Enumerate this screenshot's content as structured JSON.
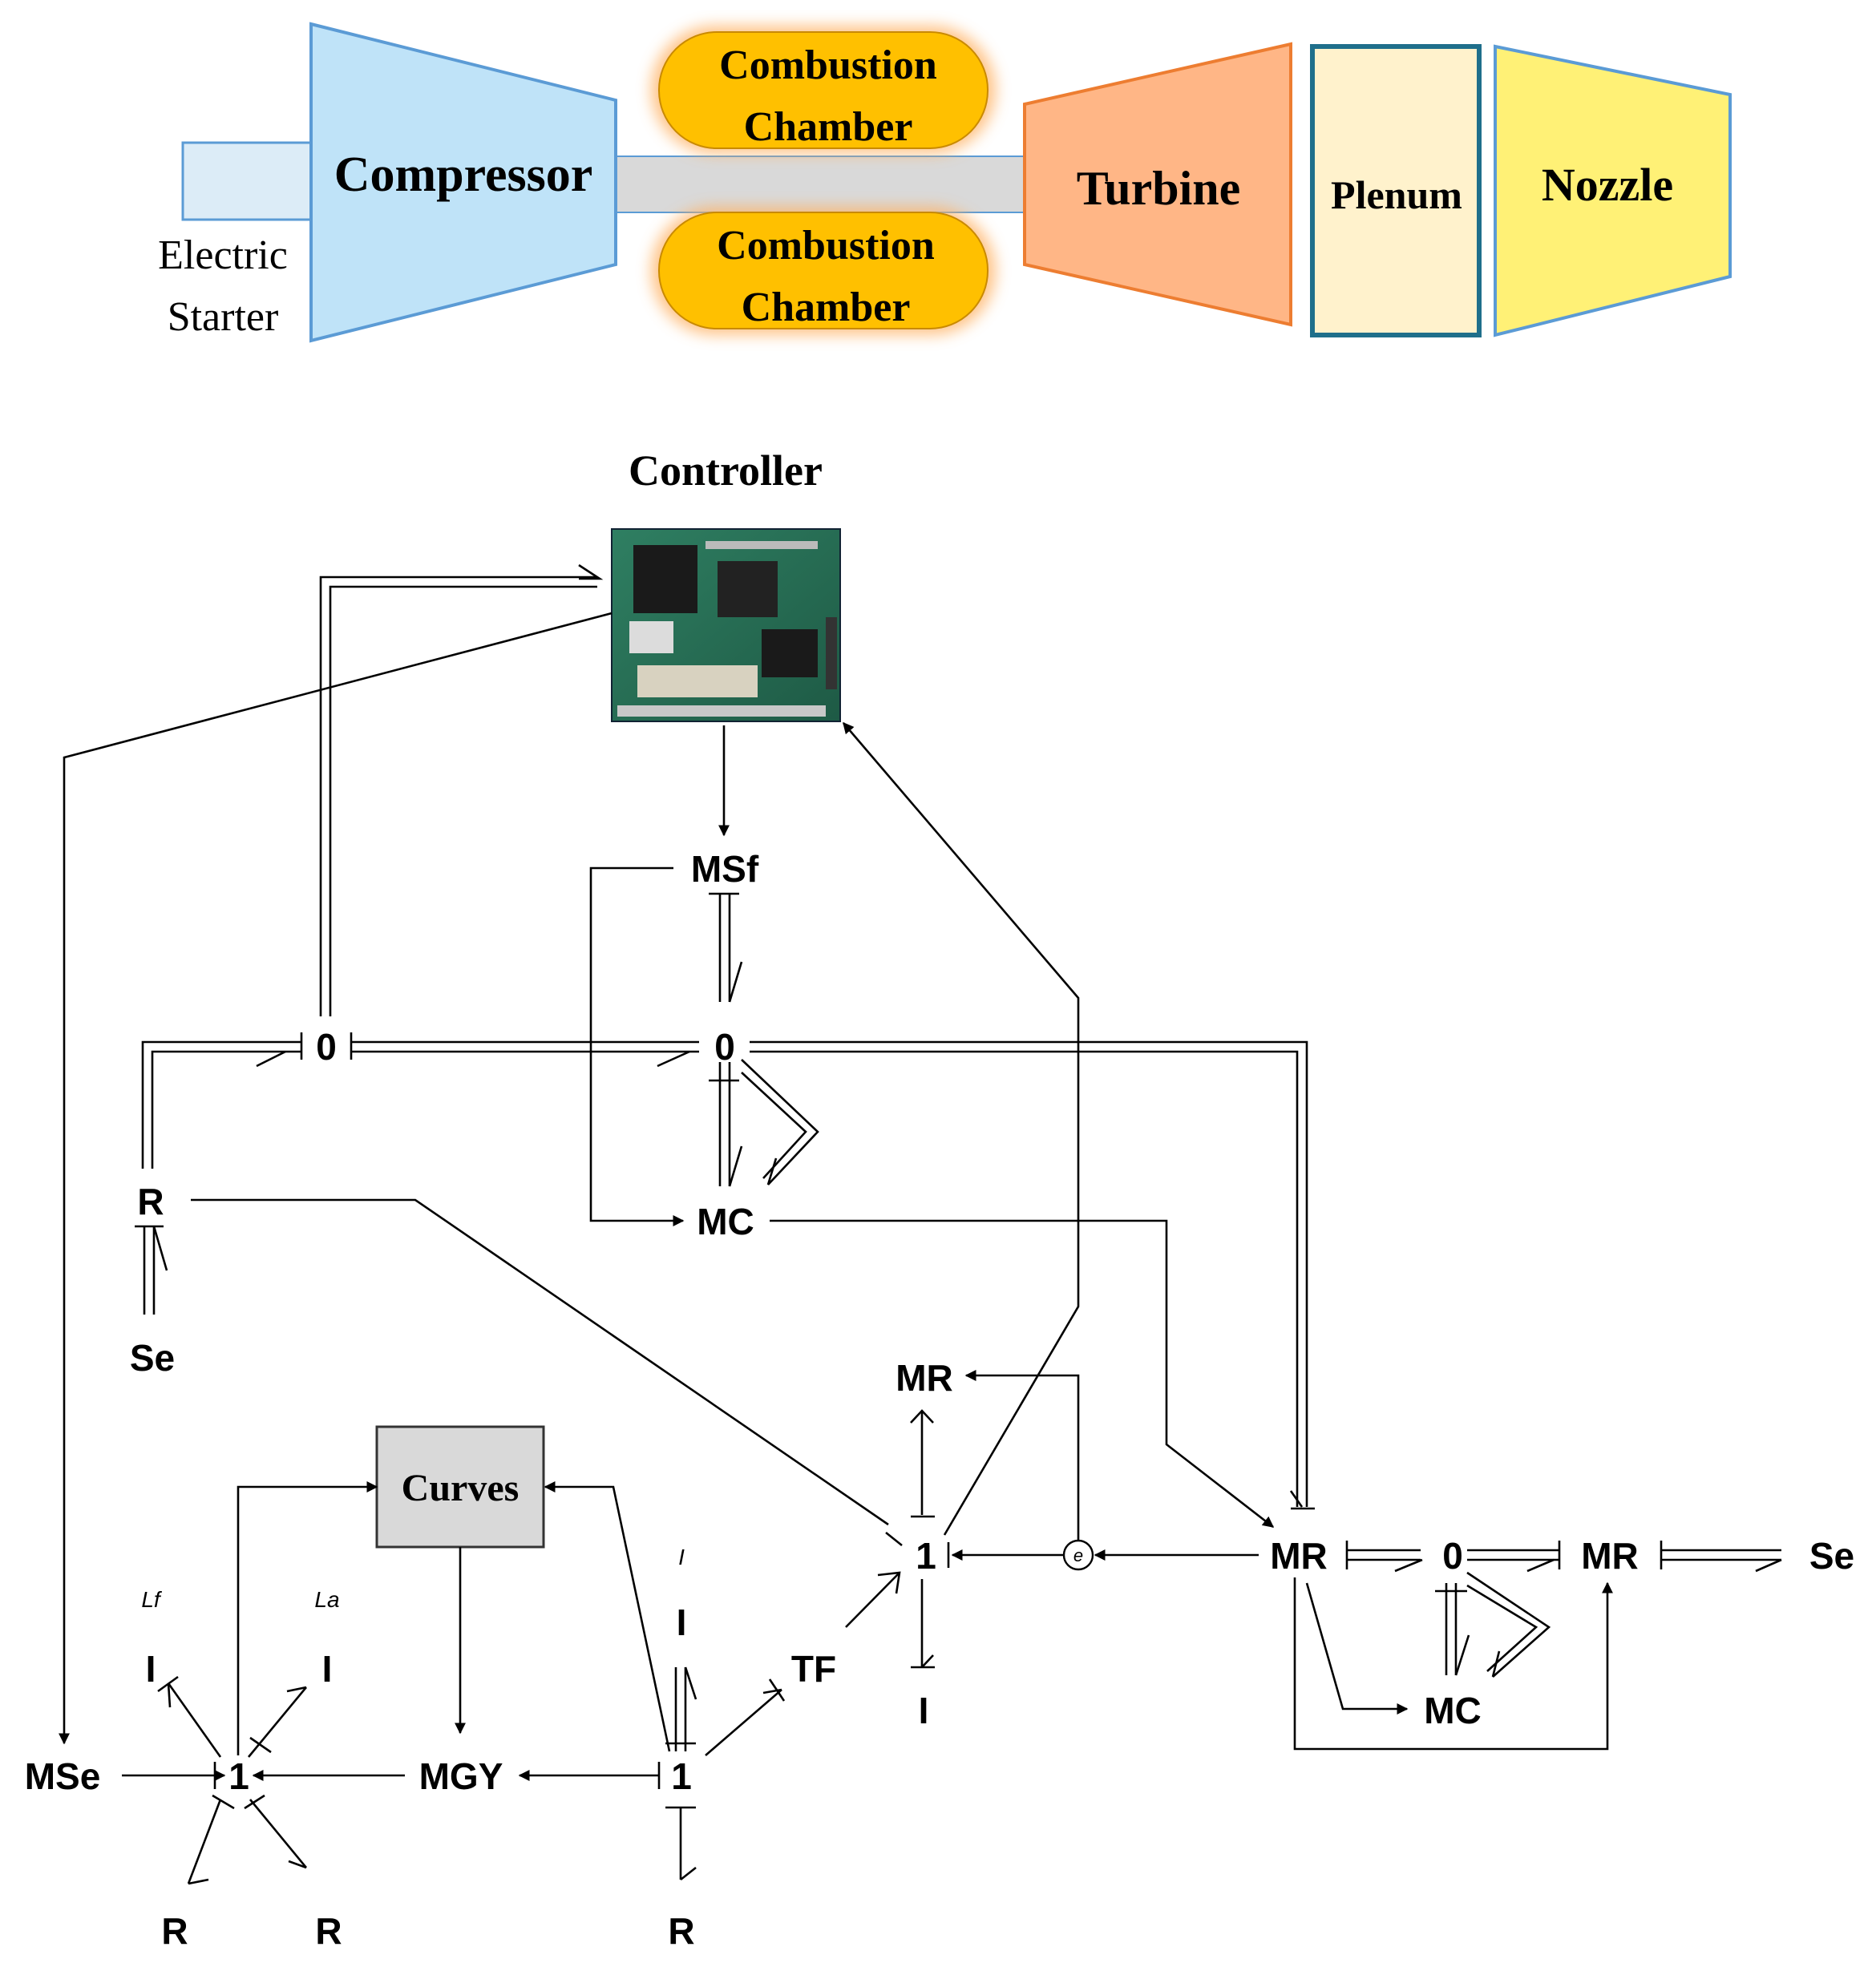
{
  "engine": {
    "compressor": "Compressor",
    "combustion_top_line1": "Combustion",
    "combustion_top_line2": "Chamber",
    "combustion_bottom_line1": "Combustion",
    "combustion_bottom_line2": "Chamber",
    "turbine": "Turbine",
    "plenum": "Plenum",
    "nozzle": "Nozzle",
    "starter_line1": "Electric",
    "starter_line2": "Starter"
  },
  "bondgraph": {
    "controller_title": "Controller",
    "curves": "Curves",
    "msf": "MSf",
    "zero_left": "0",
    "zero_mid": "0",
    "mc_top": "MC",
    "r_left": "R",
    "se_left": "Se",
    "mr_top": "MR",
    "one_mid": "1",
    "i_mid_bottom": "I",
    "e_label": "e",
    "mr_mid": "MR",
    "zero_right": "0",
    "mr_right": "MR",
    "se_right": "Se",
    "mc_right": "MC",
    "tf": "TF",
    "mse": "MSe",
    "one_left": "1",
    "mgy": "MGY",
    "one_right": "1",
    "i_lf": "I",
    "lf_label": "Lf",
    "i_la": "I",
    "la_label": "La",
    "i_j": "I",
    "j_label": "I",
    "r_bottom1": "R",
    "r_bottom2": "R",
    "r_bottom3": "R"
  },
  "colors": {
    "compressor": "#bfe3f8",
    "compressor_edge": "#5b9bd5",
    "combustion": "#ffc000",
    "turbine": "#ffb686",
    "turbine_edge": "#ed7d31",
    "plenum": "#fff2cc",
    "plenum_edge": "#1f6f8b",
    "nozzle": "#fff176",
    "shaft": "#d9d9d9",
    "curves_box": "#d9d9d9"
  }
}
